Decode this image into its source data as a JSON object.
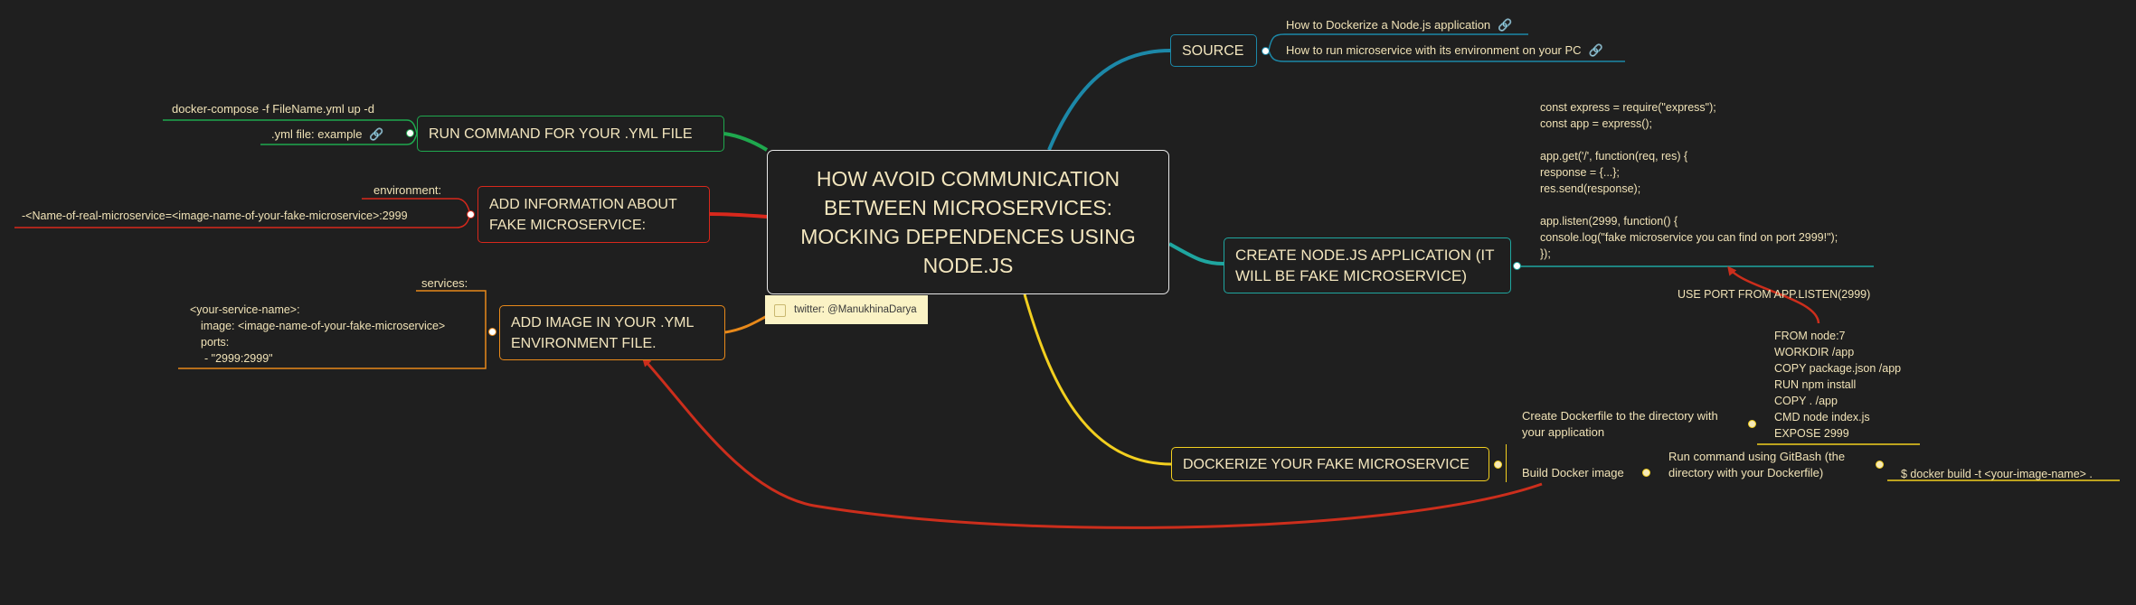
{
  "central_topic": "HOW AVOID COMMUNICATION BETWEEN MICROSERVICES: MOCKING DEPENDENCES USING NODE.JS",
  "note": "twitter: @ManukhinaDarya",
  "source": {
    "title": "SOURCE",
    "links": [
      "How to Dockerize a Node.js application",
      "How to run microservice with its environment on your PC"
    ]
  },
  "create_app": {
    "title": "CREATE NODE.JS APPLICATION (IT WILL BE FAKE MICROSERVICE)",
    "code": [
      "const express = require(\"express\");",
      "const app = express();",
      "",
      "app.get('/', function(req, res) {",
      "response = {...};",
      "res.send(response);",
      "",
      "app.listen(2999, function() {",
      "console.log(\"fake microservice you can find on port 2999!\");",
      "});"
    ],
    "port_note": "USE PORT FROM APP.LISTEN(2999)"
  },
  "dockerize": {
    "title": "DOCKERIZE YOUR FAKE MICROSERVICE",
    "create_dockerfile": "Create Dockerfile to the directory with your application",
    "dockerfile": [
      "FROM node:7",
      "WORKDIR /app",
      "COPY package.json /app",
      "RUN npm install",
      "COPY . /app",
      "CMD node index.js",
      "EXPOSE 2999"
    ],
    "build_image": "Build Docker image",
    "run_command": "Run command using GitBash (the directory with your Dockerfile)",
    "build_command": "$ docker build -t <your-image-name> ."
  },
  "run_command": {
    "title": "RUN COMMAND FOR YOUR .YML FILE",
    "compose": "docker-compose -f FileName.yml up -d",
    "example": ".yml file: example"
  },
  "add_info": {
    "title": "ADD INFORMATION ABOUT FAKE MICROSERVICE:",
    "label": "environment:",
    "value": "-<Name-of-real-microservice=<image-name-of-your-fake-microservice>:2999"
  },
  "add_image": {
    "title": "ADD IMAGE IN YOUR .YML ENVIRONMENT FILE.",
    "label": "services:",
    "lines": [
      "<your-service-name>:",
      "image: <image-name-of-your-fake-microservice>",
      "ports:",
      "- \"2999:2999\""
    ]
  },
  "colors": {
    "source": "#1c88a8",
    "create": "#1fa6a0",
    "dockerize": "#f2cf1f",
    "run": "#1fa84e",
    "info": "#d8281c",
    "image": "#e8891a",
    "arrow": "#cc2e1c"
  }
}
